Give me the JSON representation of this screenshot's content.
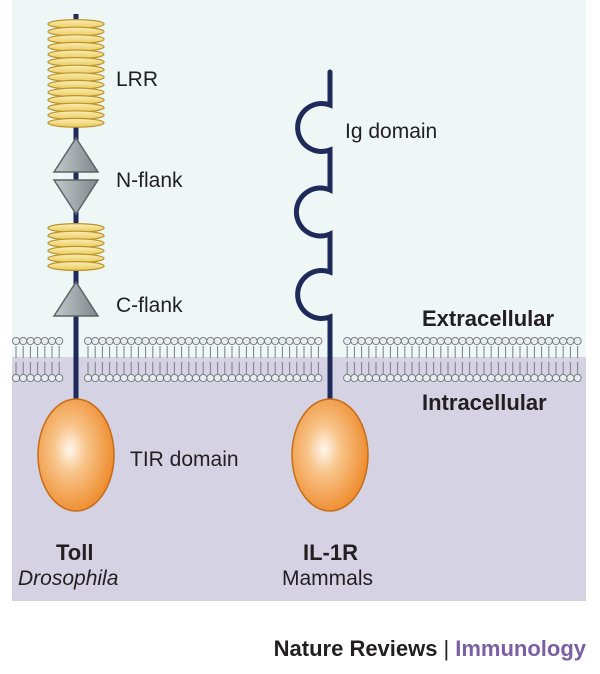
{
  "labels": {
    "lrr": "LRR",
    "n_flank": "N-flank",
    "c_flank": "C-flank",
    "tir_domain": "TIR domain",
    "ig_domain": "Ig domain",
    "extracellular": "Extracellular",
    "intracellular": "Intracellular"
  },
  "receptors": {
    "toll": {
      "name": "Toll",
      "species": "Drosophila"
    },
    "il1r": {
      "name": "IL-1R",
      "species": "Mammals"
    }
  },
  "credit": {
    "journal": "Nature Reviews",
    "separator": "|",
    "section": "Immunology"
  },
  "colors": {
    "extracellular_bg": "#eef6f6",
    "intracellular_bg": "#d4d2e3",
    "backbone": "#1e2a5a",
    "lrr_fill": "#f2d57a",
    "lrr_stroke": "#b8952a",
    "flank_fill": "#9aa3a5",
    "tir_fill": "#f29a3c",
    "lipid_head": "#e9ecef",
    "section_color": "#7b5ea3"
  }
}
